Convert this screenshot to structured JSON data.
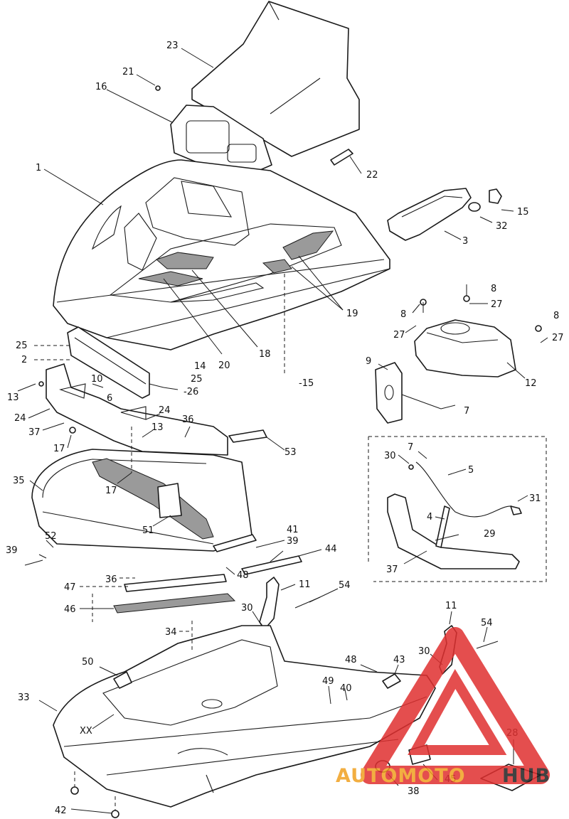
{
  "diagram": {
    "callouts": [
      {
        "text": "23"
      },
      {
        "text": "21"
      },
      {
        "text": "16"
      },
      {
        "text": "1"
      },
      {
        "text": "22"
      },
      {
        "text": "15"
      },
      {
        "text": "32"
      },
      {
        "text": "3"
      },
      {
        "text": "19"
      },
      {
        "text": "18"
      },
      {
        "text": "20"
      },
      {
        "text": "8"
      },
      {
        "text": "27"
      },
      {
        "text": "8"
      },
      {
        "text": "27"
      },
      {
        "text": "8"
      },
      {
        "text": "27"
      },
      {
        "text": "9"
      },
      {
        "text": "12"
      },
      {
        "text": "7"
      },
      {
        "text": "25"
      },
      {
        "text": "2"
      },
      {
        "text": "10"
      },
      {
        "text": "14"
      },
      {
        "text": "25"
      },
      {
        "text": "-26"
      },
      {
        "text": "-15"
      },
      {
        "text": "13"
      },
      {
        "text": "24"
      },
      {
        "text": "6"
      },
      {
        "text": "24"
      },
      {
        "text": "37"
      },
      {
        "text": "17"
      },
      {
        "text": "13"
      },
      {
        "text": "36"
      },
      {
        "text": "53"
      },
      {
        "text": "17"
      },
      {
        "text": "35"
      },
      {
        "text": "51"
      },
      {
        "text": "7"
      },
      {
        "text": "30"
      },
      {
        "text": "5"
      },
      {
        "text": "31"
      },
      {
        "text": "4"
      },
      {
        "text": "29"
      },
      {
        "text": "37"
      },
      {
        "text": "52"
      },
      {
        "text": "39"
      },
      {
        "text": "41"
      },
      {
        "text": "39"
      },
      {
        "text": "44"
      },
      {
        "text": "48"
      },
      {
        "text": "36"
      },
      {
        "text": "47"
      },
      {
        "text": "46"
      },
      {
        "text": "11"
      },
      {
        "text": "54"
      },
      {
        "text": "30"
      },
      {
        "text": "34"
      },
      {
        "text": "11"
      },
      {
        "text": "54"
      },
      {
        "text": "50"
      },
      {
        "text": "48"
      },
      {
        "text": "43"
      },
      {
        "text": "30"
      },
      {
        "text": "49"
      },
      {
        "text": "40"
      },
      {
        "text": "33"
      },
      {
        "text": "28"
      },
      {
        "text": "38"
      },
      {
        "text": "45"
      },
      {
        "text": "42"
      }
    ],
    "inset_marker": "XX"
  },
  "watermark": {
    "brand_left": "AUTOMOTO",
    "brand_right": "HUB",
    "color_brand": "#f0a020",
    "color_dark": "#222222",
    "color_triangle": "#e03030"
  }
}
